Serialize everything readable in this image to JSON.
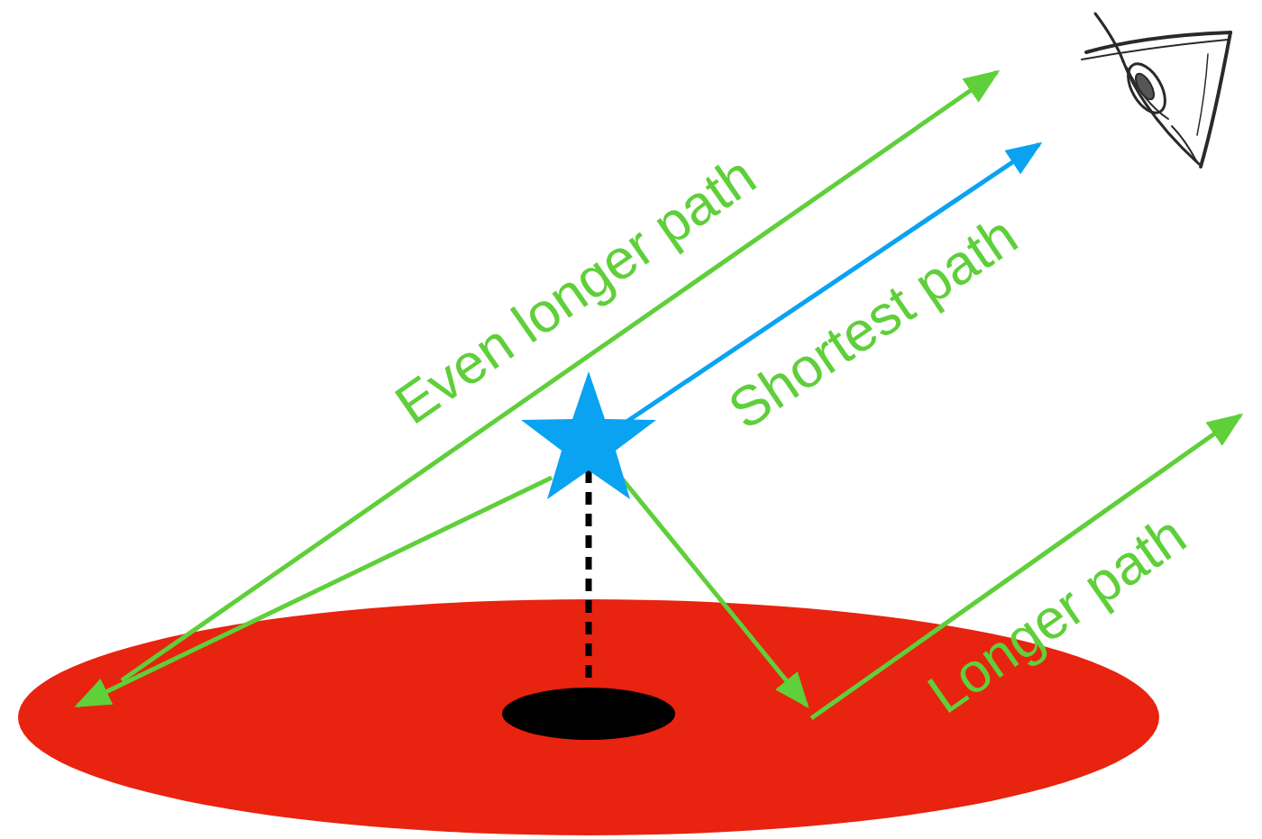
{
  "diagram": {
    "labels": [
      "Even longer path",
      "Shortest path",
      "Longer path"
    ]
  }
}
